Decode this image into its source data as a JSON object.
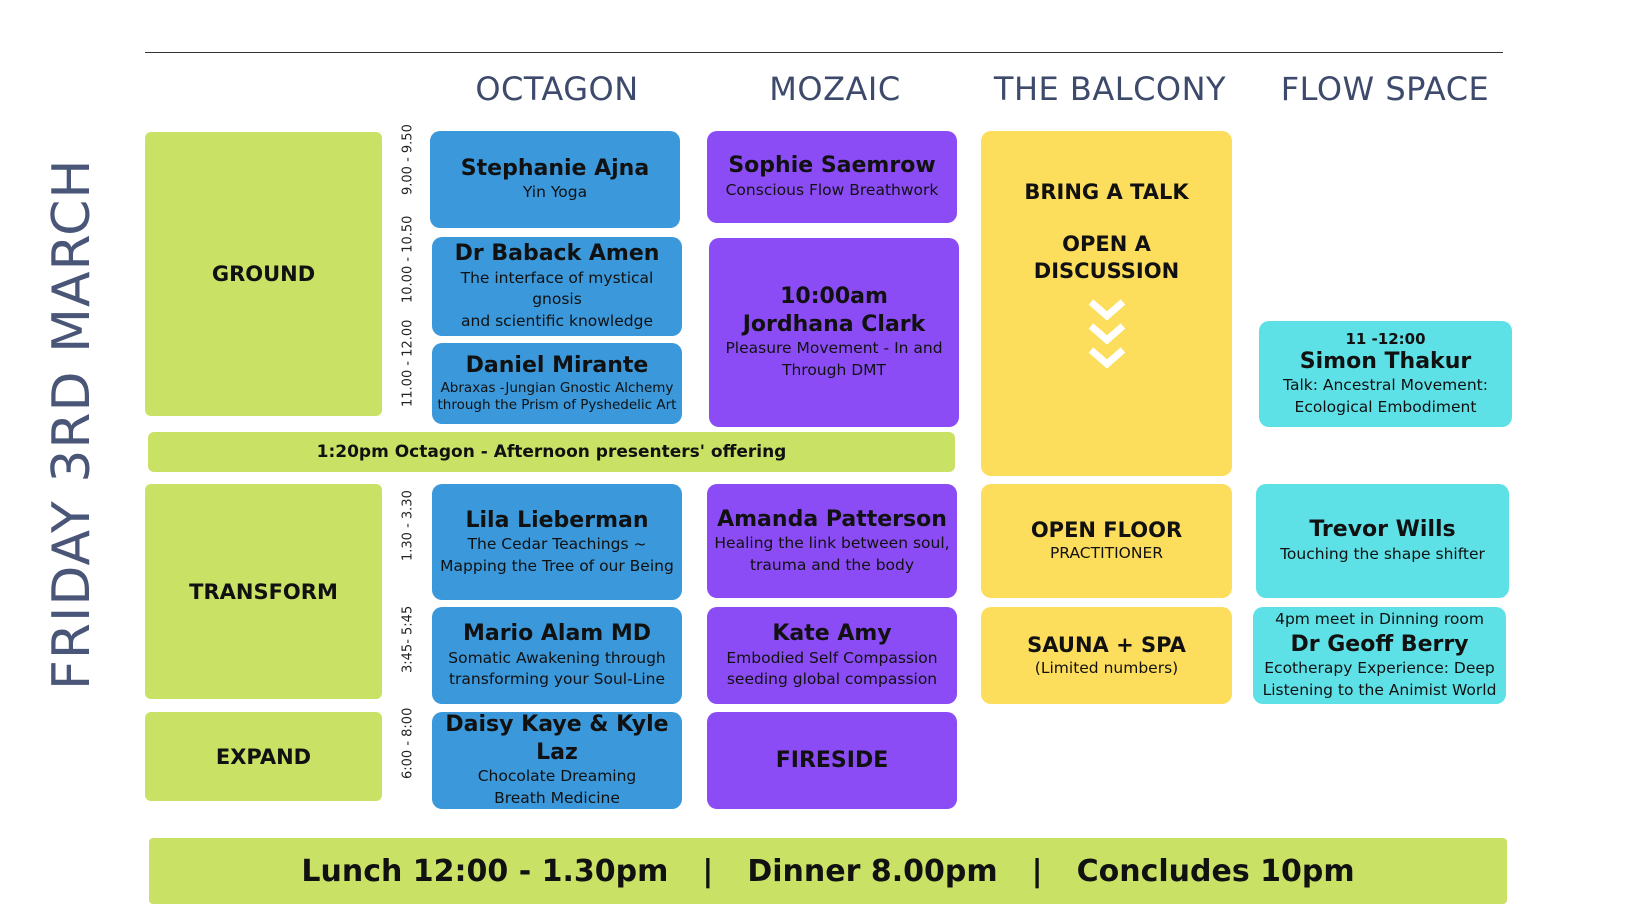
{
  "day_title": "FRIDAY  3RD MARCH",
  "columns": [
    "OCTAGON",
    "MOZAIC",
    "THE BALCONY",
    "FLOW SPACE"
  ],
  "sections": {
    "ground": "GROUND",
    "transform": "TRANSFORM",
    "expand": "EXPAND"
  },
  "times": {
    "t1": "9.00 - 9.50",
    "t2": "10.00 - 10.50",
    "t3": "11.00 - 12.00",
    "t4": "1.30 - 3.30",
    "t5": "3:45- 5:45",
    "t6": "6:00 - 8:00"
  },
  "afternoon_banner": "1:20pm Octagon - Afternoon presenters' offering",
  "octagon": [
    {
      "name": "Stephanie Ajna",
      "desc": "Yin Yoga"
    },
    {
      "name": "Dr Baback Amen",
      "desc1": "The interface of mystical gnosis",
      "desc2": "and scientific knowledge"
    },
    {
      "name": "Daniel Mirante",
      "desc1": "Abraxas -Jungian Gnostic Alchemy",
      "desc2": "through the Prism of Pyshedelic Art"
    },
    {
      "name": "Lila Lieberman",
      "desc1": "The Cedar Teachings ~",
      "desc2": "Mapping the Tree of our Being"
    },
    {
      "name": "Mario Alam MD",
      "desc1": "Somatic Awakening through",
      "desc2": "transforming your Soul-Line"
    },
    {
      "name": "Daisy Kaye & Kyle Laz",
      "desc1": "Chocolate Dreaming",
      "desc2": "Breath Medicine"
    }
  ],
  "mozaic": [
    {
      "name": "Sophie Saemrow",
      "desc": "Conscious Flow Breathwork"
    },
    {
      "time": "10:00am",
      "name": "Jordhana Clark",
      "desc1": "Pleasure Movement - In and",
      "desc2": "Through DMT"
    },
    {
      "name": "Amanda Patterson",
      "desc1": "Healing the link between soul,",
      "desc2": "trauma and the body"
    },
    {
      "name": "Kate Amy",
      "desc1": "Embodied Self Compassion",
      "desc2": "seeding global compassion"
    },
    {
      "name": "FIRESIDE"
    }
  ],
  "balcony": [
    {
      "line1": "BRING A TALK",
      "line2": "OPEN A",
      "line3": "DISCUSSION"
    },
    {
      "title": "OPEN FLOOR",
      "sub": "PRACTITIONER"
    },
    {
      "title": "SAUNA + SPA",
      "sub": "(Limited numbers)"
    }
  ],
  "flow": [
    {
      "time": "11 -12:00",
      "name": "Simon Thakur",
      "desc1": "Talk: Ancestral Movement:",
      "desc2": "Ecological Embodiment"
    },
    {
      "name": "Trevor Wills",
      "desc": "Touching the shape shifter"
    },
    {
      "time": "4pm meet in Dinning room",
      "name": "Dr Geoff Berry",
      "desc1": "Ecotherapy Experience: Deep",
      "desc2": "Listening to the Animist World"
    }
  ],
  "footer": {
    "lunch": "Lunch 12:00 - 1.30pm",
    "sep1": "|",
    "dinner": "Dinner 8.00pm",
    "sep2": "|",
    "concludes": "Concludes 10pm"
  },
  "colors": {
    "lime": "#c9e265",
    "blue": "#3a98db",
    "purple": "#8c4cf5",
    "yellow": "#fddd5c",
    "cyan": "#5de1e6",
    "heading": "#3d4a6b"
  },
  "icons": [
    "chevron-down-triple-icon"
  ]
}
